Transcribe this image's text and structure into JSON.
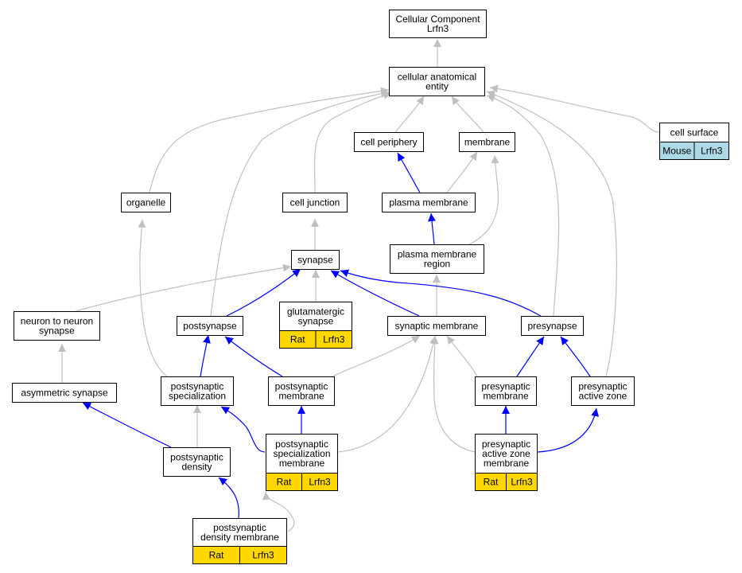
{
  "colors": {
    "blue_edge": "#0000ff",
    "gray_edge": "#c0c0c0",
    "rat_cell": "#ffd700",
    "mouse_cell": "#add8e6"
  },
  "nodes": {
    "root": [
      "Cellular Component",
      "Lrfn3"
    ],
    "cae": [
      "cellular anatomical",
      "entity"
    ],
    "cellperiph": [
      "cell periphery"
    ],
    "membrane": [
      "membrane"
    ],
    "cellsurface": [
      "cell surface"
    ],
    "organelle": [
      "organelle"
    ],
    "celljunction": [
      "cell junction"
    ],
    "plasmamem": [
      "plasma membrane"
    ],
    "pmr": [
      "plasma membrane",
      "region"
    ],
    "synapse": [
      "synapse"
    ],
    "n2n": [
      "neuron to neuron",
      "synapse"
    ],
    "postsynapse": [
      "postsynapse"
    ],
    "glut": [
      "glutamatergic",
      "synapse"
    ],
    "synmem": [
      "synaptic membrane"
    ],
    "presynapse": [
      "presynapse"
    ],
    "asym": [
      "asymmetric synapse"
    ],
    "postspec": [
      "postsynaptic",
      "specialization"
    ],
    "postmem": [
      "postsynaptic",
      "membrane"
    ],
    "premem": [
      "presynaptic",
      "membrane"
    ],
    "preactive": [
      "presynaptic",
      "active zone"
    ],
    "psd": [
      "postsynaptic",
      "density"
    ],
    "psm": [
      "postsynaptic",
      "specialization",
      "membrane"
    ],
    "preazm": [
      "presynaptic",
      "active zone",
      "membrane"
    ],
    "psdm": [
      "postsynaptic",
      "density membrane"
    ]
  },
  "annotations": {
    "cellsurface": [
      "Mouse",
      "Lrfn3"
    ],
    "glut": [
      "Rat",
      "Lrfn3"
    ],
    "psm": [
      "Rat",
      "Lrfn3"
    ],
    "preazm": [
      "Rat",
      "Lrfn3"
    ],
    "psdm": [
      "Rat",
      "Lrfn3"
    ]
  }
}
